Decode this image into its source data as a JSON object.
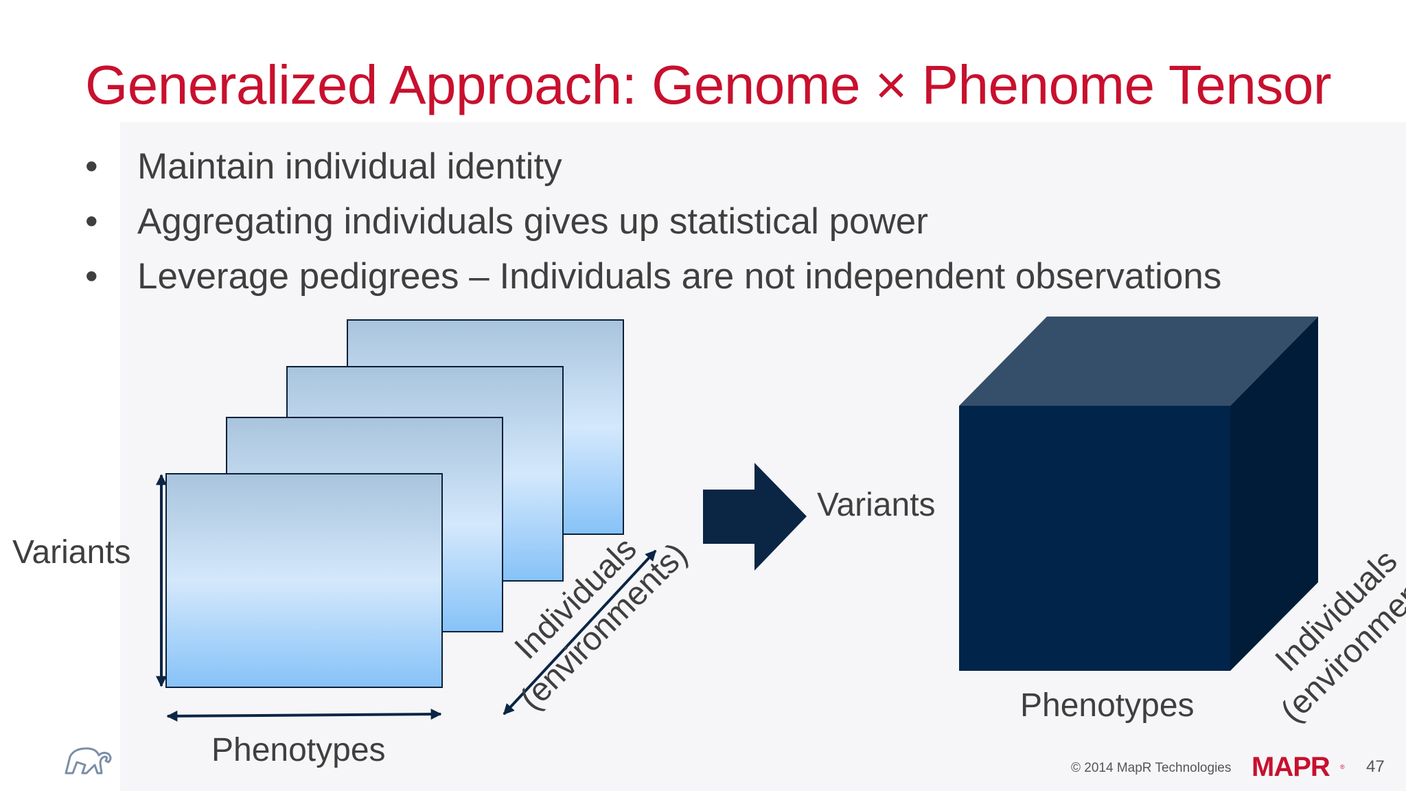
{
  "slide": {
    "title": "Generalized Approach: Genome × Phenome Tensor",
    "bullet_char": "•",
    "bullets": [
      "Maintain individual identity",
      "Aggregating individuals gives up statistical power",
      "Leverage pedigrees – Individuals are not independent observations"
    ]
  },
  "figure": {
    "left": {
      "variants_label": "Variants",
      "phenotypes_label": "Phenotypes",
      "individuals_line1": "Individuals",
      "individuals_line2": "(environments)"
    },
    "right": {
      "variants_label": "Variants",
      "phenotypes_label": "Phenotypes",
      "individuals_line1": "Individuals",
      "individuals_line2": "(environments)"
    },
    "colors": {
      "matrix_top": "#a8c4dc",
      "matrix_mid": "#d4e8fc",
      "matrix_bottom": "#86c2f8",
      "arrow": "#0b2545",
      "cube_front": "#01244a",
      "cube_top": "#354f6a",
      "cube_side": "#001c39"
    }
  },
  "footer": {
    "copyright": "© 2014 MapR Technologies",
    "brand": "MAPR",
    "brand_mark": "®",
    "page_number": "47"
  }
}
